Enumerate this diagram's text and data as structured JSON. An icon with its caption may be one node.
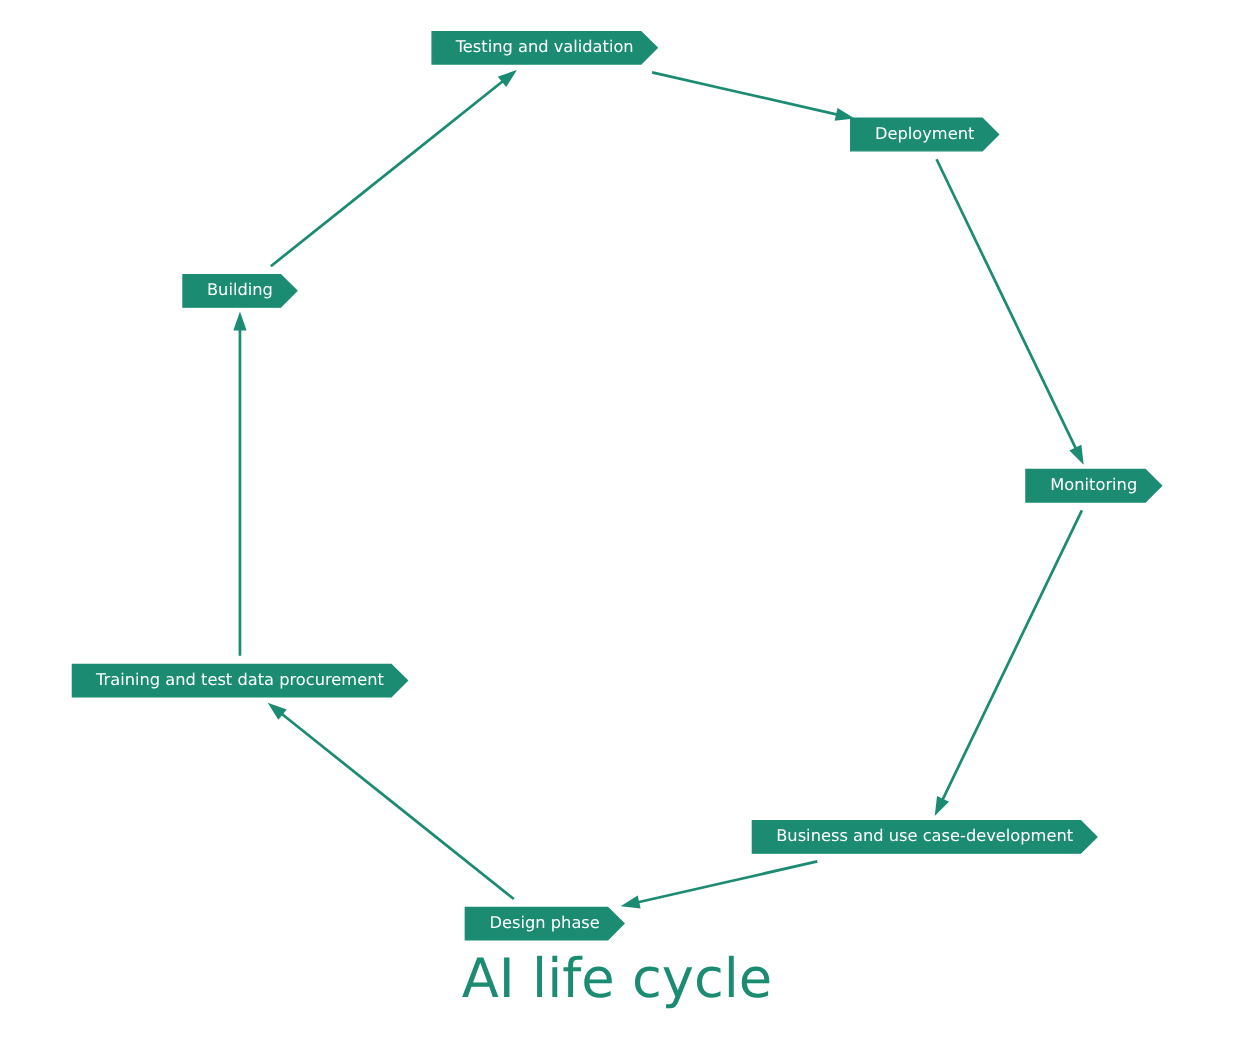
{
  "diagram": {
    "title": "AI life cycle",
    "nodes": [
      {
        "text": [
          "Business and use case-development"
        ]
      },
      {
        "text": [
          "Design phase"
        ]
      },
      {
        "text": [
          "Training and test data procurement"
        ]
      },
      {
        "text": [
          "Building"
        ]
      },
      {
        "text": [
          "Testing and validation"
        ]
      },
      {
        "text": [
          "Deployment"
        ]
      },
      {
        "text": [
          "Monitoring"
        ]
      }
    ],
    "edges": [
      {
        "from": 0,
        "to": 1,
        "arrow": "to"
      },
      {
        "from": 1,
        "to": 2,
        "arrow": "to"
      },
      {
        "from": 2,
        "to": 3,
        "arrow": "to"
      },
      {
        "from": 3,
        "to": 4,
        "arrow": "to"
      },
      {
        "from": 4,
        "to": 5,
        "arrow": "to"
      },
      {
        "from": 5,
        "to": 6,
        "arrow": "to"
      },
      {
        "from": 6,
        "to": 0,
        "arrow": "to"
      }
    ]
  }
}
